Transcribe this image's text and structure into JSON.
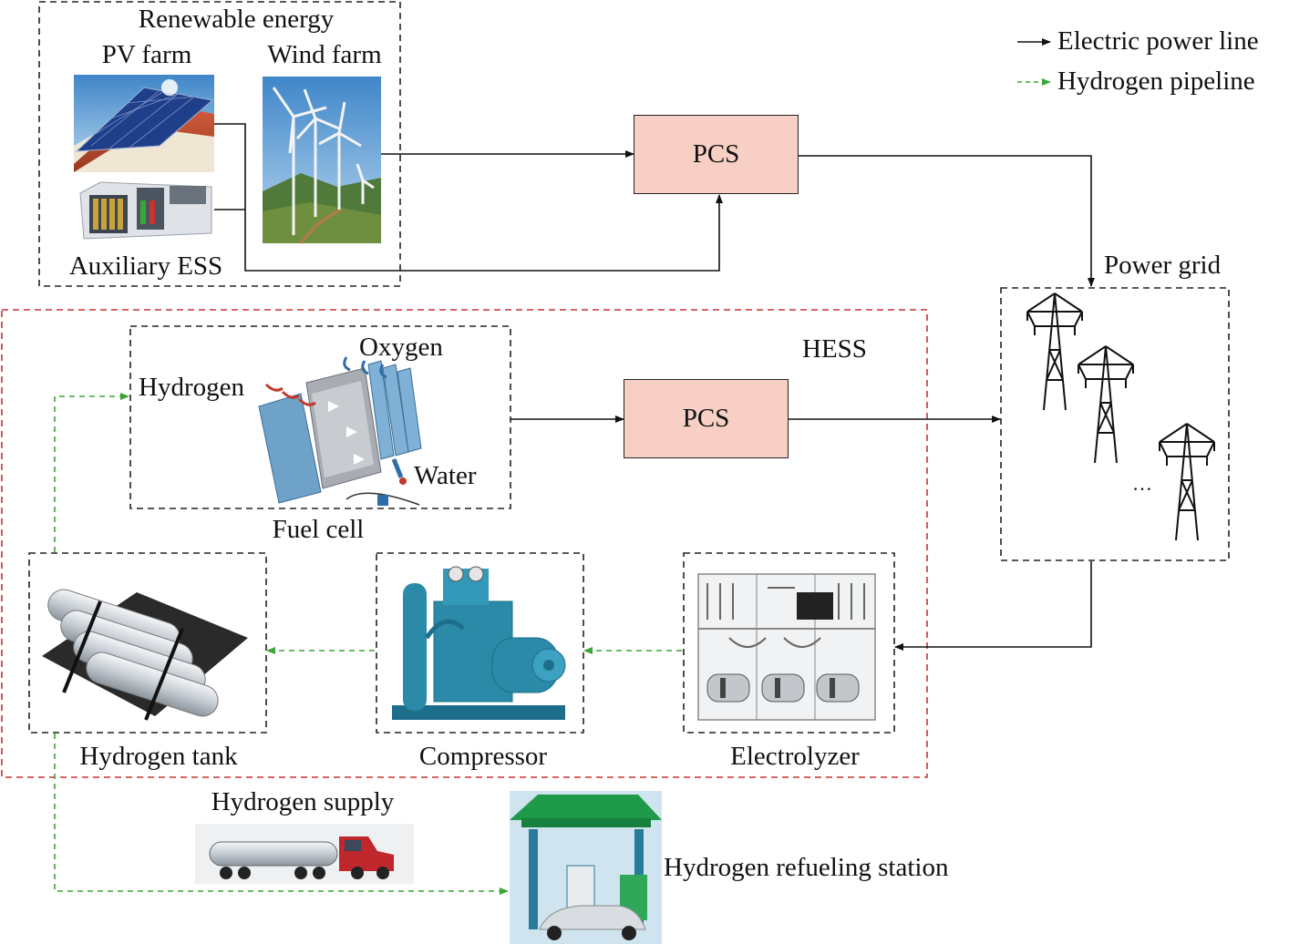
{
  "legend": {
    "electric_label": "Electric power line",
    "hydrogen_label": "Hydrogen pipeline",
    "electric_color": "#111111",
    "hydrogen_color": "#3aa635"
  },
  "renewable": {
    "title": "Renewable energy",
    "pv_label": "PV farm",
    "wind_label": "Wind farm",
    "ess_label": "Auxiliary ESS"
  },
  "pcs_top": {
    "label": "PCS"
  },
  "pcs_hess": {
    "label": "PCS"
  },
  "grid": {
    "label": "Power grid",
    "ellipsis": "…"
  },
  "hess": {
    "title": "HESS",
    "border_color": "#c83232",
    "fuel_cell": {
      "label": "Fuel cell",
      "hydrogen_label": "Hydrogen",
      "oxygen_label": "Oxygen",
      "water_label": "Water"
    },
    "hydrogen_tank_label": "Hydrogen tank",
    "compressor_label": "Compressor",
    "electrolyzer_label": "Electrolyzer"
  },
  "supply": {
    "truck_label": "Hydrogen supply",
    "station_label": "Hydrogen refueling station"
  },
  "colors": {
    "pcs_fill": "#f7cfc4",
    "solar_panel": "#1f3f8a",
    "roof": "#b8452a",
    "sky": "#6fa7d8",
    "equipment_teal": "#2b8aa8",
    "station_green": "#1f9a4a"
  }
}
